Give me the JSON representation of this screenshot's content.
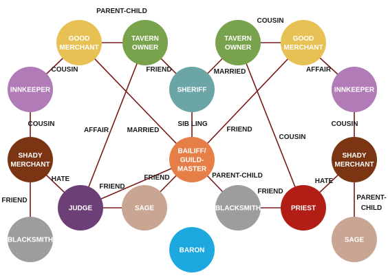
{
  "colors": {
    "merchant_good": "#e8c155",
    "tavern": "#79a24c",
    "sheriff": "#6ba5a6",
    "innkeeper": "#b07bb6",
    "shady": "#7b3512",
    "bailiff": "#e67e47",
    "judge": "#6d3f77",
    "sage": "#c9a593",
    "blacksmith": "#9d9d9d",
    "priest": "#b21e16",
    "baron": "#1ea8e0",
    "edge": "#7a1818"
  },
  "nodes": [
    {
      "id": "good-merchant-left",
      "lines": [
        "GOOD",
        "MERCHANT"
      ],
      "color": "merchant_good"
    },
    {
      "id": "tavern-owner-left",
      "lines": [
        "TAVERN",
        "OWNER"
      ],
      "color": "tavern"
    },
    {
      "id": "tavern-owner-right",
      "lines": [
        "TAVERN",
        "OWNER"
      ],
      "color": "tavern"
    },
    {
      "id": "good-merchant-right",
      "lines": [
        "GOOD",
        "MERCHANT"
      ],
      "color": "merchant_good"
    },
    {
      "id": "innkeeper-left",
      "lines": [
        "INNKEEPER"
      ],
      "color": "innkeeper"
    },
    {
      "id": "sheriff",
      "lines": [
        "SHERIFF"
      ],
      "color": "sheriff"
    },
    {
      "id": "innkeeper-right",
      "lines": [
        "INNKEEPER"
      ],
      "color": "innkeeper"
    },
    {
      "id": "shady-merchant-left",
      "lines": [
        "SHADY",
        "MERCHANT"
      ],
      "color": "shady"
    },
    {
      "id": "bailiff",
      "lines": [
        "BAILIFF/",
        "GUILD-",
        "MASTER"
      ],
      "color": "bailiff"
    },
    {
      "id": "shady-merchant-right",
      "lines": [
        "SHADY",
        "MERCHANT"
      ],
      "color": "shady"
    },
    {
      "id": "judge",
      "lines": [
        "JUDGE"
      ],
      "color": "judge"
    },
    {
      "id": "sage-left",
      "lines": [
        "SAGE"
      ],
      "color": "sage"
    },
    {
      "id": "blacksmith-mid",
      "lines": [
        "BLACKSMITH"
      ],
      "color": "blacksmith"
    },
    {
      "id": "priest",
      "lines": [
        "PRIEST"
      ],
      "color": "priest"
    },
    {
      "id": "blacksmith-left",
      "lines": [
        "BLACKSMITH"
      ],
      "color": "blacksmith"
    },
    {
      "id": "sage-right",
      "lines": [
        "SAGE"
      ],
      "color": "sage"
    },
    {
      "id": "baron",
      "lines": [
        "BARON"
      ],
      "color": "baron"
    }
  ],
  "edges": [
    {
      "from": "good-merchant-left",
      "to": "tavern-owner-left"
    },
    {
      "from": "good-merchant-left",
      "to": "innkeeper-left"
    },
    {
      "from": "good-merchant-left",
      "to": "bailiff"
    },
    {
      "from": "tavern-owner-left",
      "to": "sheriff"
    },
    {
      "from": "tavern-owner-left",
      "to": "judge"
    },
    {
      "from": "tavern-owner-right",
      "to": "good-merchant-right"
    },
    {
      "from": "tavern-owner-right",
      "to": "sheriff"
    },
    {
      "from": "tavern-owner-right",
      "to": "priest"
    },
    {
      "from": "good-merchant-right",
      "to": "innkeeper-right"
    },
    {
      "from": "good-merchant-right",
      "to": "bailiff"
    },
    {
      "from": "innkeeper-left",
      "to": "shady-merchant-left"
    },
    {
      "from": "innkeeper-right",
      "to": "shady-merchant-right"
    },
    {
      "from": "sheriff",
      "to": "bailiff"
    },
    {
      "from": "shady-merchant-left",
      "to": "judge"
    },
    {
      "from": "shady-merchant-left",
      "to": "blacksmith-left"
    },
    {
      "from": "shady-merchant-right",
      "to": "priest"
    },
    {
      "from": "shady-merchant-right",
      "to": "sage-right"
    },
    {
      "from": "bailiff",
      "to": "judge"
    },
    {
      "from": "bailiff",
      "to": "sage-left"
    },
    {
      "from": "bailiff",
      "to": "blacksmith-mid"
    },
    {
      "from": "judge",
      "to": "sage-left"
    },
    {
      "from": "blacksmith-mid",
      "to": "priest"
    }
  ],
  "edge_labels": [
    {
      "id": "parent-child-top",
      "text": "PARENT-CHILD"
    },
    {
      "id": "cousin-top-right",
      "text": "COUSIN"
    },
    {
      "id": "cousin-left-upper",
      "text": "COUSIN"
    },
    {
      "id": "friend-tavern-sheriff",
      "text": "FRIEND"
    },
    {
      "id": "married-sheriff",
      "text": "MARRIED"
    },
    {
      "id": "affair-right",
      "text": "AFFAIR"
    },
    {
      "id": "cousin-left-mid",
      "text": "COUSIN"
    },
    {
      "id": "affair-left",
      "text": "AFFAIR"
    },
    {
      "id": "married-left",
      "text": "MARRIED"
    },
    {
      "id": "sibling",
      "text": "SIB LING"
    },
    {
      "id": "friend-center",
      "text": "FRIEND"
    },
    {
      "id": "cousin-priest",
      "text": "COUSIN"
    },
    {
      "id": "cousin-right-mid",
      "text": "COUSIN"
    },
    {
      "id": "hate-left",
      "text": "HATE"
    },
    {
      "id": "friend-judge",
      "text": "FRIEND"
    },
    {
      "id": "friend-sage",
      "text": "FRIEND"
    },
    {
      "id": "parent-child-mid",
      "text": "PARENT-CHILD"
    },
    {
      "id": "hate-right",
      "text": "HATE"
    },
    {
      "id": "friend-left-low",
      "text": "FRIEND"
    },
    {
      "id": "friend-priest",
      "text": "FRIEND"
    },
    {
      "id": "parent-child-right",
      "text": "PARENT-"
    },
    {
      "id": "parent-child-right-2",
      "text": "CHILD"
    }
  ]
}
